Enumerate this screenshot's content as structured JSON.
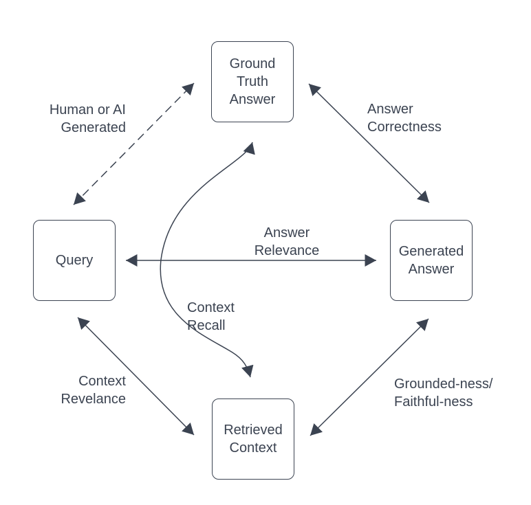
{
  "diagram": {
    "type": "rag-evaluation-metrics",
    "colors": {
      "stroke": "#3b4351",
      "text": "#3b4351",
      "background": "#ffffff"
    },
    "nodes": {
      "ground_truth": {
        "label": "Ground\nTruth\nAnswer"
      },
      "query": {
        "label": "Query"
      },
      "generated": {
        "label": "Generated\nAnswer"
      },
      "retrieved": {
        "label": "Retrieved\nContext"
      }
    },
    "edges": {
      "human_ai": {
        "label": "Human or AI\nGenerated",
        "style": "dashed",
        "between": [
          "query",
          "ground_truth"
        ]
      },
      "answer_correctness": {
        "label": "Answer\nCorrectness",
        "style": "solid",
        "between": [
          "ground_truth",
          "generated"
        ]
      },
      "answer_relevance": {
        "label": "Answer\nRelevance",
        "style": "solid",
        "between": [
          "query",
          "generated"
        ]
      },
      "context_recall": {
        "label": "Context\nRecall",
        "style": "curved",
        "between": [
          "ground_truth",
          "retrieved"
        ]
      },
      "context_relevance": {
        "label": "Context\nRevelance",
        "style": "solid",
        "between": [
          "query",
          "retrieved"
        ]
      },
      "groundedness": {
        "label": "Grounded-ness/\nFaithful-ness",
        "style": "solid",
        "between": [
          "retrieved",
          "generated"
        ]
      }
    }
  }
}
